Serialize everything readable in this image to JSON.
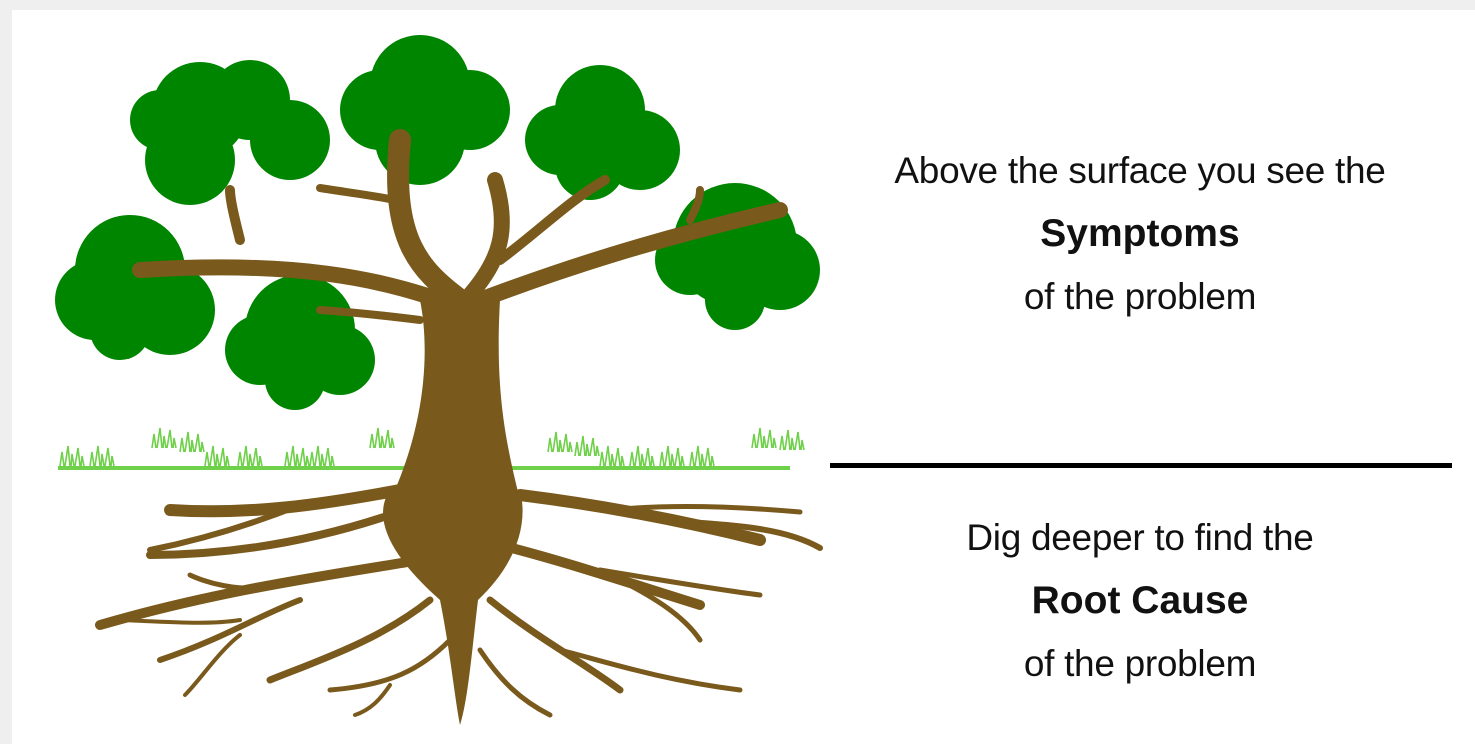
{
  "symptoms_section": {
    "intro": "Above the surface you see the",
    "keyword": "Symptoms",
    "outro": "of the problem"
  },
  "root_cause_section": {
    "intro": "Dig deeper to find the",
    "keyword": "Root Cause",
    "outro": "of the problem"
  },
  "colors": {
    "foliage": "#008500",
    "trunk": "#7a5a1c",
    "grass": "#6fd04a",
    "text": "#111111",
    "divider": "#000000",
    "page_border": "#efefef"
  }
}
